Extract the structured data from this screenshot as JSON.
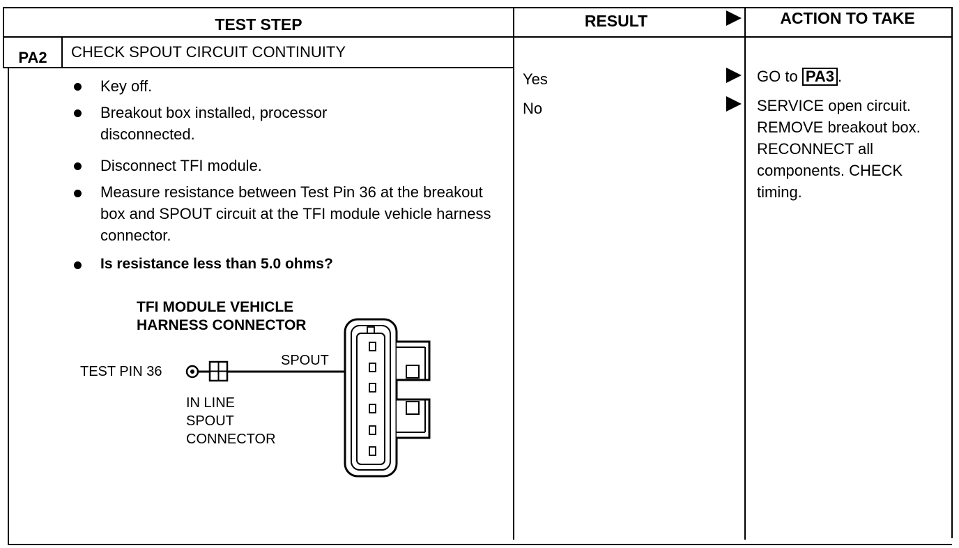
{
  "headers": {
    "test_step": "TEST STEP",
    "result": "RESULT",
    "action": "ACTION TO TAKE"
  },
  "step": {
    "id": "PA2",
    "title": "CHECK SPOUT CIRCUIT CONTINUITY"
  },
  "bullets": [
    "Key off.",
    "Breakout box installed, processor disconnected.",
    "Disconnect TFI module.",
    "Measure resistance between Test Pin 36 at the breakout box and SPOUT circuit at the TFI module vehicle harness connector.",
    "Is resistance less than 5.0 ohms?"
  ],
  "diagram": {
    "title_line1": "TFI MODULE VEHICLE",
    "title_line2": "HARNESS CONNECTOR",
    "test_pin": "TEST PIN 36",
    "spout": "SPOUT",
    "inline_1": "IN LINE",
    "inline_2": "SPOUT",
    "inline_3": "CONNECTOR"
  },
  "results": {
    "yes": "Yes",
    "no": "No"
  },
  "actions": {
    "yes_prefix": "GO to",
    "yes_ref": "PA3",
    "yes_suffix": ".",
    "no_text": "SERVICE open circuit. REMOVE breakout box. RECONNECT all components. CHECK timing."
  }
}
